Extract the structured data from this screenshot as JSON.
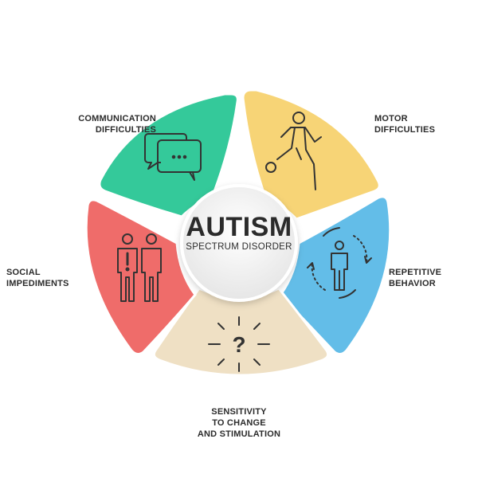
{
  "center": {
    "title": "AUTISM",
    "subtitle": "SPECTRUM DISORDER"
  },
  "colors": {
    "communication": "#34c99a",
    "motor": "#f7d476",
    "repetitive": "#63bde8",
    "sensitivity": "#efe0c4",
    "social": "#ef6c6a",
    "center": "#efefef",
    "icon_stroke": "#333333"
  },
  "segments": [
    {
      "key": "communication",
      "lines": [
        "COMMUNICATION",
        "DIFFICULTIES"
      ],
      "icon": "speech-bubbles-icon"
    },
    {
      "key": "motor",
      "lines": [
        "MOTOR",
        "DIFFICULTIES"
      ],
      "icon": "person-kicking-ball-icon"
    },
    {
      "key": "repetitive",
      "lines": [
        "REPETITIVE",
        "BEHAVIOR"
      ],
      "icon": "person-circular-arrows-icon"
    },
    {
      "key": "sensitivity",
      "lines": [
        "SENSITIVITY",
        "TO CHANGE",
        "AND STIMULATION"
      ],
      "icon": "question-mark-burst-icon"
    },
    {
      "key": "social",
      "lines": [
        "SOCIAL",
        "IMPEDIMENTS"
      ],
      "icon": "two-people-exclamation-icon"
    }
  ]
}
